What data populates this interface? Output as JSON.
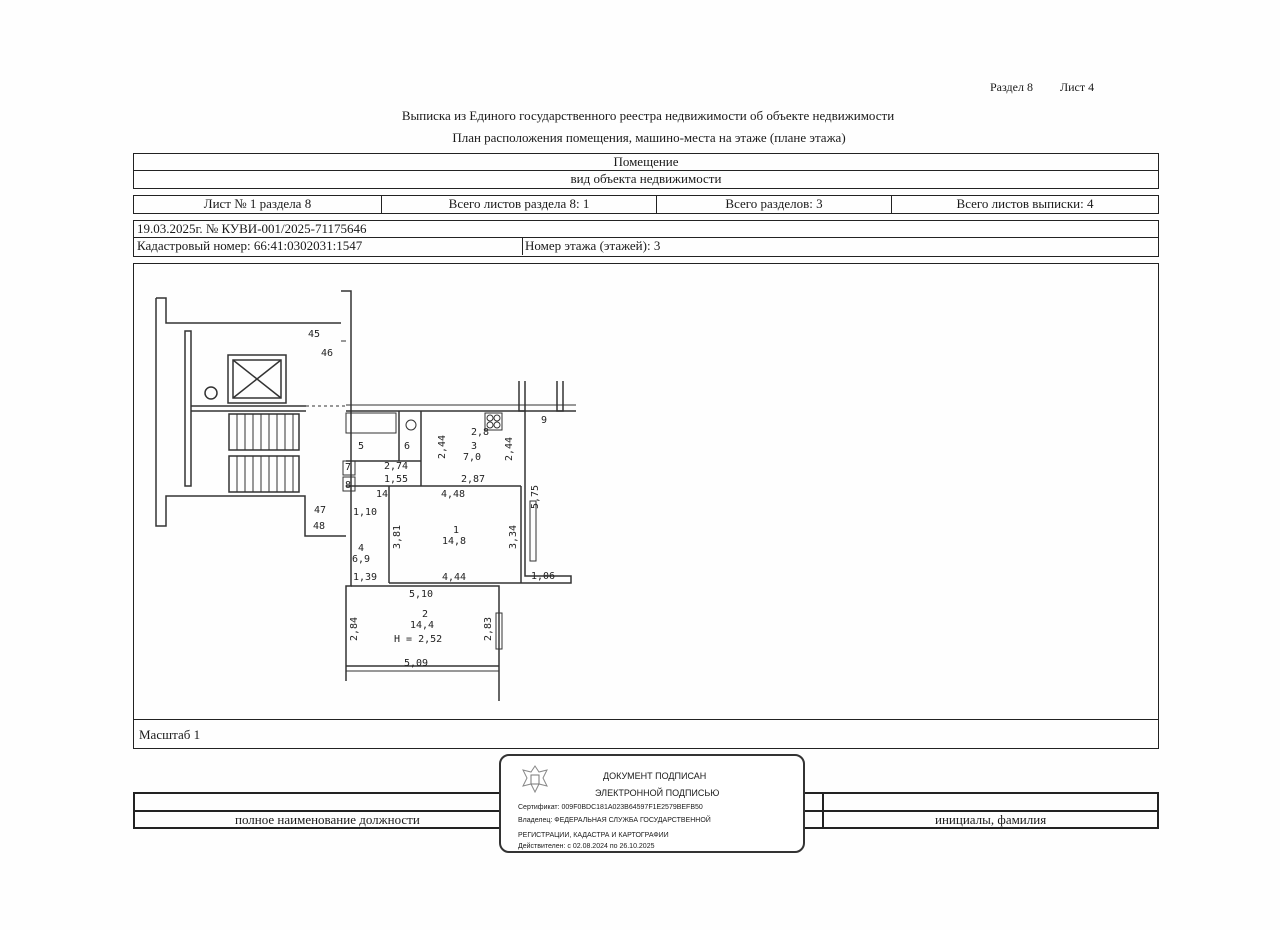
{
  "header": {
    "section_label": "Раздел 8",
    "sheet_label": "Лист 4",
    "title": "Выписка из Единого государственного реестра недвижимости об объекте недвижимости",
    "subtitle": "План расположения помещения, машино-места на этаже (плане этажа)"
  },
  "object": {
    "name": "Помещение",
    "kind": "вид объекта недвижимости"
  },
  "sheet_info": {
    "sheet_no": "Лист № 1 раздела 8",
    "total_sheets_section": "Всего листов раздела 8: 1",
    "total_sections": "Всего разделов: 3",
    "total_sheets_extract": "Всего листов выписки: 4"
  },
  "doc_info": {
    "date_number": "19.03.2025г. № КУВИ-001/2025-71175646",
    "cadastral": "Кадастровый номер: 66:41:0302031:1547",
    "floor": "Номер этажа (этажей): 3"
  },
  "plan": {
    "rooms": [
      {
        "no": "1",
        "area": "14,8"
      },
      {
        "no": "2",
        "area": "14,4",
        "height": "H = 2,52"
      },
      {
        "no": "3",
        "area": "7,0"
      },
      {
        "no": "4",
        "area": "6,9"
      },
      {
        "no": "5"
      },
      {
        "no": "6"
      },
      {
        "no": "7"
      },
      {
        "no": "8"
      },
      {
        "no": "9"
      }
    ],
    "dims": [
      "45",
      "46",
      "2,74",
      "1,55",
      "2,87",
      "2,44",
      "4,48",
      "5,75",
      "3,81",
      "3,34",
      "4,44",
      "1,06",
      "5,10",
      "2,84",
      "2,83",
      "5,09",
      "1,39",
      "47",
      "48",
      "1,10",
      "14",
      "2,44",
      "2,8"
    ]
  },
  "scale": "Масштаб 1",
  "stamp": {
    "title": "ДОКУМЕНТ ПОДПИСАН",
    "subtitle": "ЭЛЕКТРОННОЙ ПОДПИСЬЮ",
    "certificate": "Сертификат: 009F0BDC181A023B64597F1E2579BEFB50",
    "owner": "Владелец: ФЕДЕРАЛЬНАЯ СЛУЖБА ГОСУДАРСТВЕННОЙ",
    "owner2": "РЕГИСТРАЦИИ, КАДАСТРА И КАРТОГРАФИИ",
    "valid": "Действителен: с 02.08.2024 по 26.10.2025"
  },
  "signature": {
    "position_label": "полное наименование должности",
    "name_label": "инициалы, фамилия"
  }
}
